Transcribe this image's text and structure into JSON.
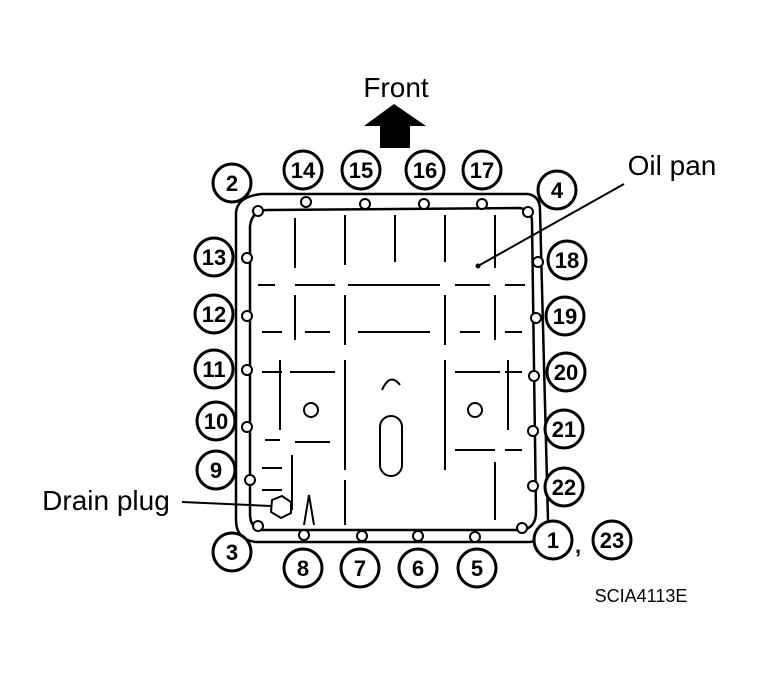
{
  "labels": {
    "front": "Front",
    "oil_pan": "Oil pan",
    "drain_plug": "Drain plug",
    "figure_code": "SCIA4113E",
    "comma": ","
  },
  "bolts": [
    "1",
    "2",
    "3",
    "4",
    "5",
    "6",
    "7",
    "8",
    "9",
    "10",
    "11",
    "12",
    "13",
    "14",
    "15",
    "16",
    "17",
    "18",
    "19",
    "20",
    "21",
    "22",
    "23"
  ]
}
